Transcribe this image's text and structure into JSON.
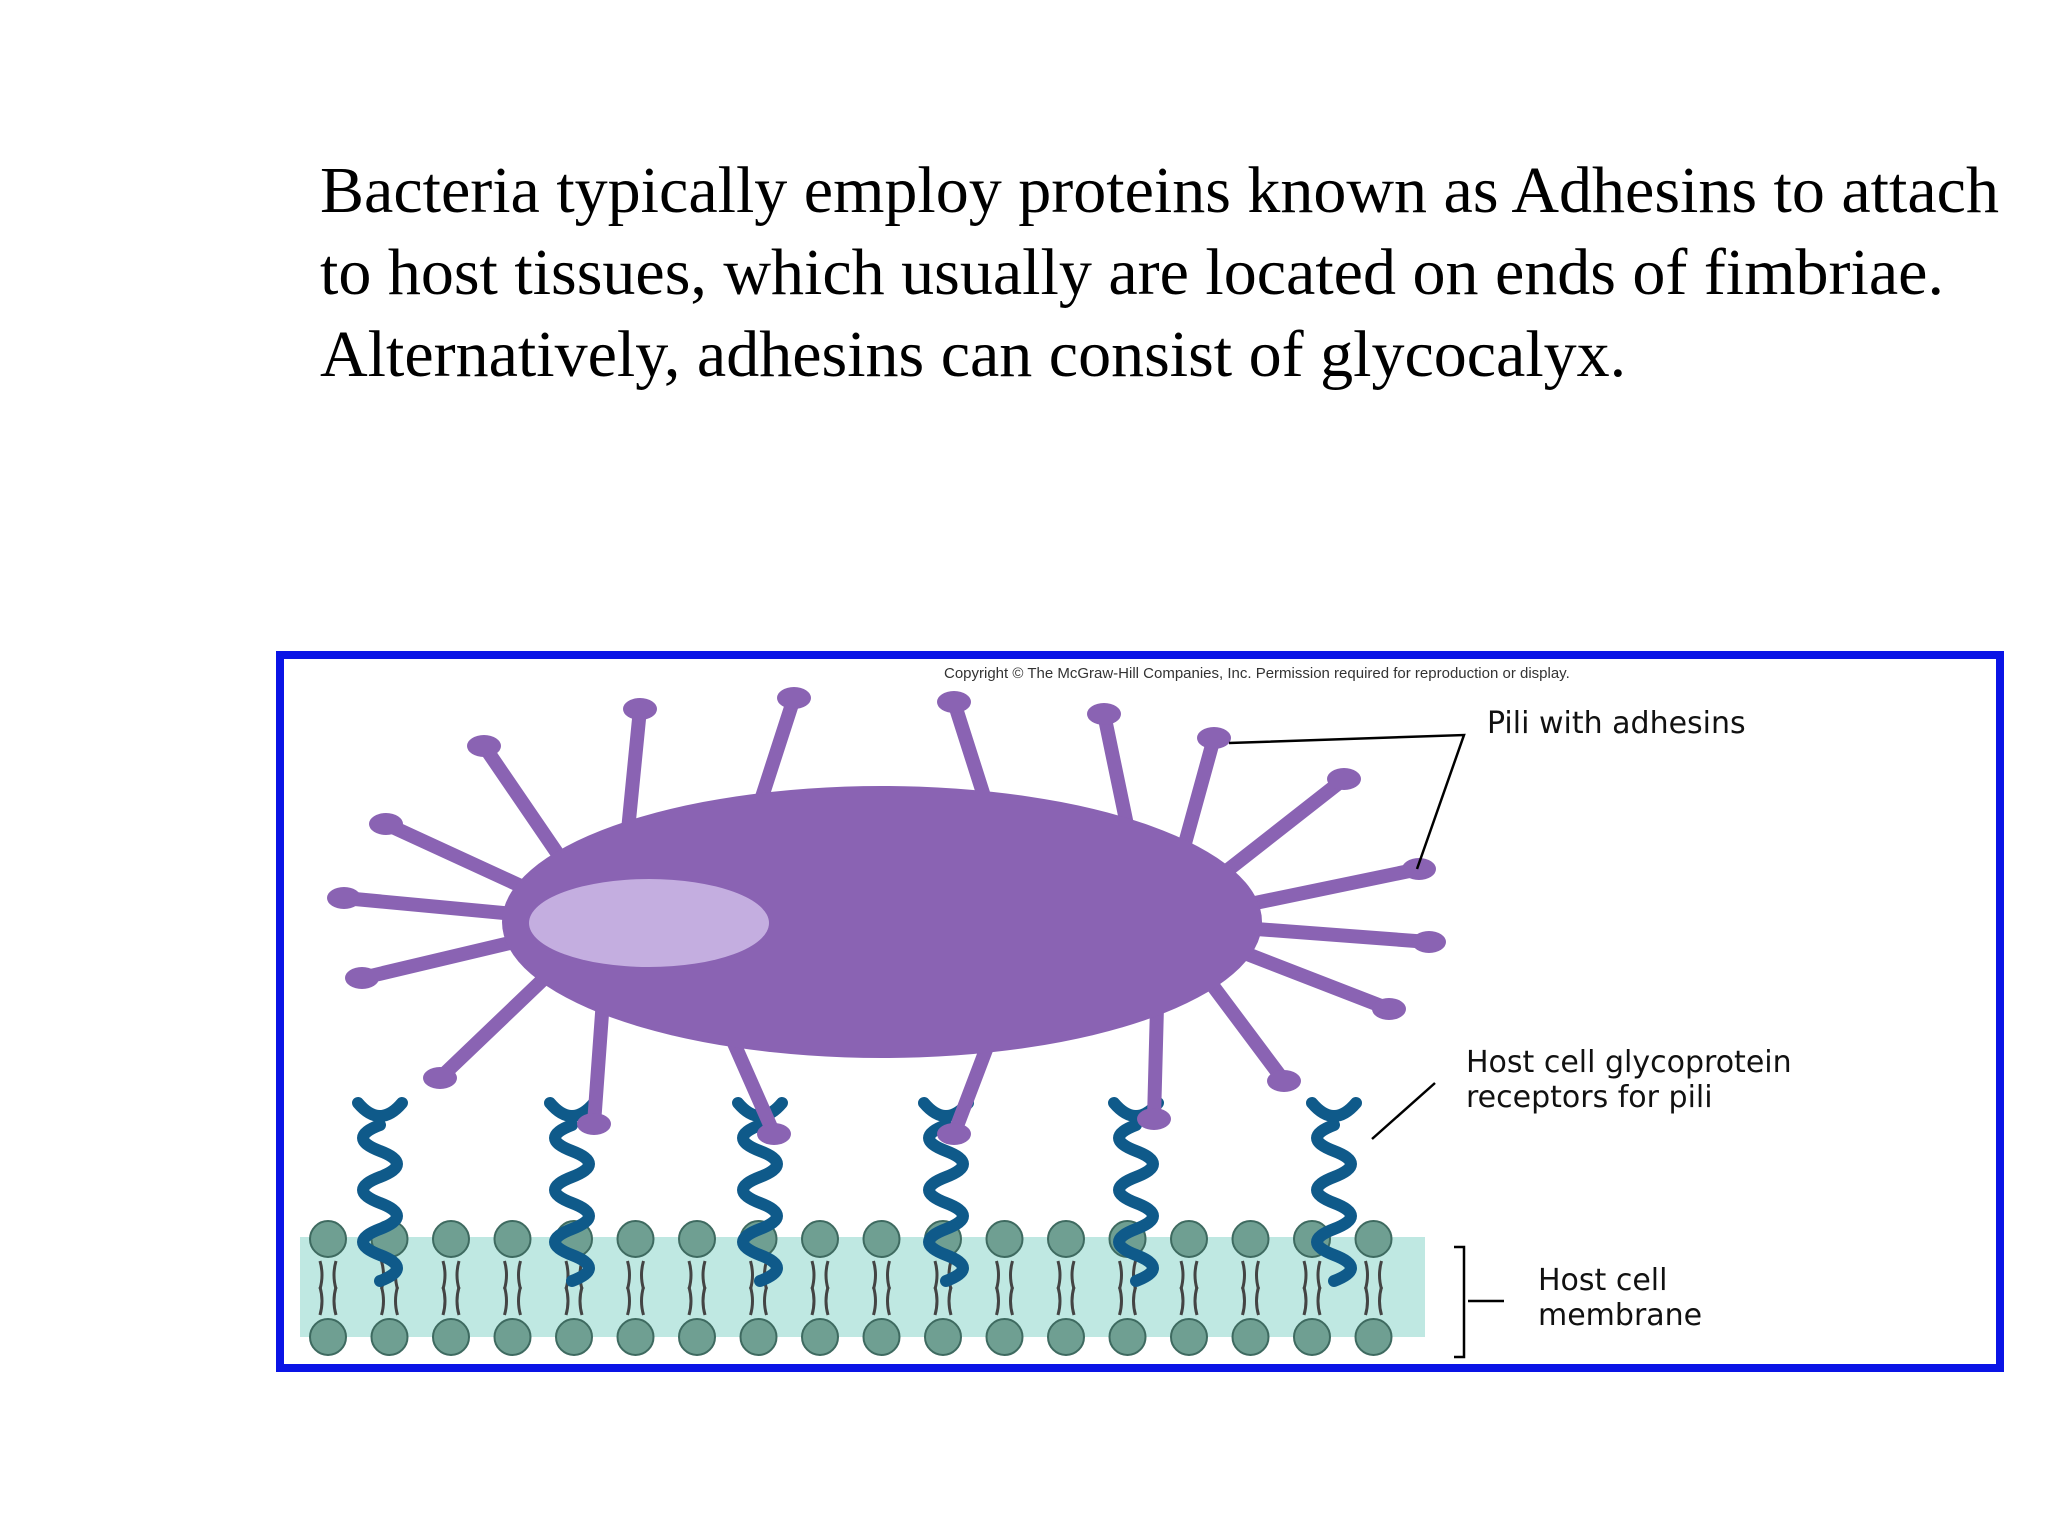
{
  "slide": {
    "paragraph1": "Bacteria typically employ proteins known as Adhesins to attach to host tissues, which usually are located on ends of fimbriae.",
    "paragraph2": "Alternatively, adhesins can consist of glycocalyx."
  },
  "figure": {
    "copyright": "Copyright © The McGraw-Hill Companies, Inc. Permission required for reproduction or display.",
    "labels": {
      "pili": "Pili with adhesins",
      "receptors_line1": "Host cell glycoprotein",
      "receptors_line2": "receptors for pili",
      "membrane_line1": "Host cell",
      "membrane_line2": "membrane"
    },
    "colors": {
      "frame": "#0a14e6",
      "cell_body": "#8a63b3",
      "nucleoid": "#c4aee0",
      "pili": "#8a63b3",
      "receptor": "#0f5a8a",
      "membrane_fill": "#bfe8e2",
      "lipid_head": "#6f9f92"
    }
  }
}
